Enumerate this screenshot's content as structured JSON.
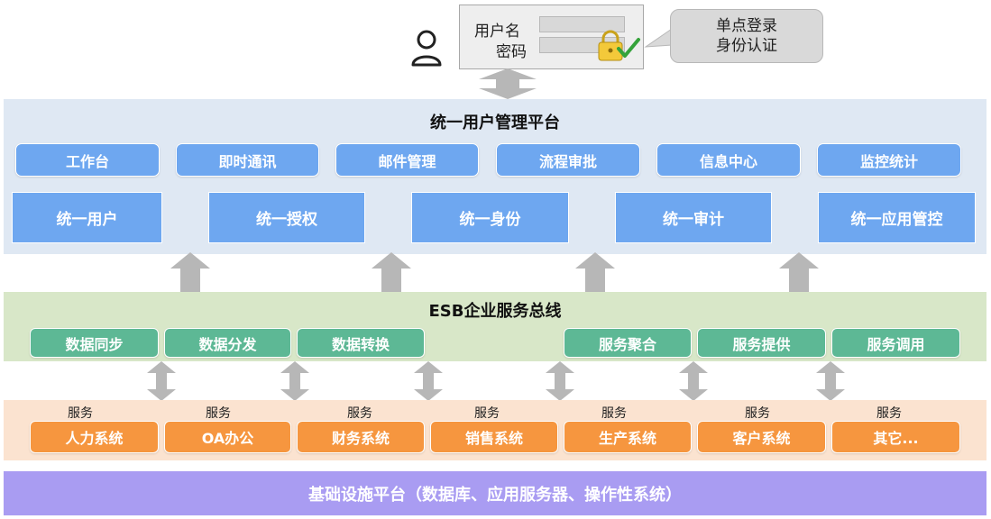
{
  "login": {
    "username_label": "用户名",
    "password_label": "密码"
  },
  "sso_bubble": {
    "line1": "单点登录",
    "line2": "身份认证"
  },
  "user_platform": {
    "title": "统一用户管理平台",
    "modules": [
      "工作台",
      "即时通讯",
      "邮件管理",
      "流程审批",
      "信息中心",
      "监控统计"
    ],
    "unified": [
      "统一用户",
      "统一授权",
      "统一身份",
      "统一审计",
      "统一应用管控"
    ]
  },
  "esb": {
    "title": "ESB企业服务总线",
    "left_functions": [
      "数据同步",
      "数据分发",
      "数据转换"
    ],
    "right_functions": [
      "服务聚合",
      "服务提供",
      "服务调用"
    ]
  },
  "systems": {
    "service_label": "服务",
    "items": [
      "人力系统",
      "OA办公",
      "财务系统",
      "销售系统",
      "生产系统",
      "客户系统",
      "其它..."
    ]
  },
  "infrastructure": {
    "label": "基础设施平台（数据库、应用服务器、操作性系统）"
  },
  "colors": {
    "platform_band": "#dfe8f3",
    "esb_band": "#d8e7c8",
    "systems_band": "#fbe3d0",
    "infra_band": "#a99cf2",
    "blue_box": "#6ea7f0",
    "green_box": "#5db895",
    "orange_box": "#f6963f",
    "arrow": "#b7b7b7"
  }
}
